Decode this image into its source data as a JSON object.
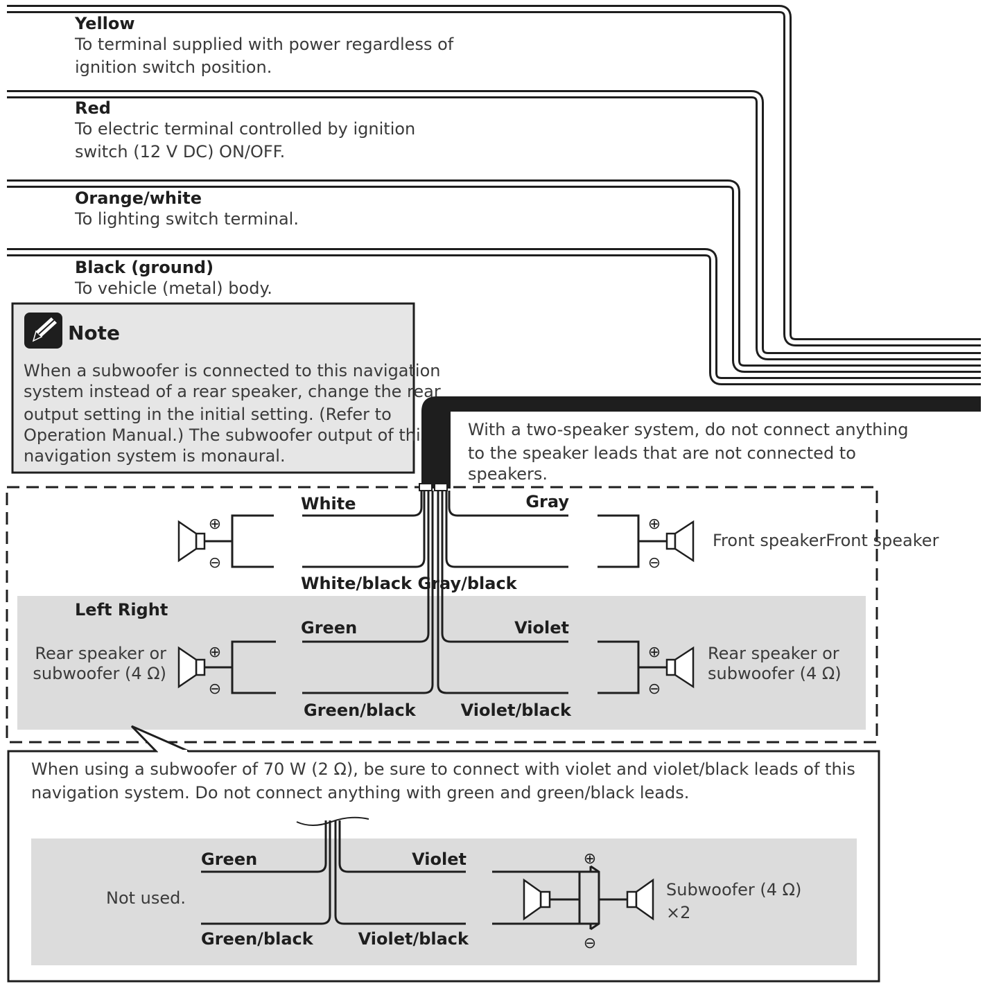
{
  "power_leads": [
    {
      "color_name": "Yellow",
      "line1": "To terminal supplied with power regardless of",
      "line2": "ignition switch position."
    },
    {
      "color_name": "Red",
      "line1": "To electric terminal controlled by ignition",
      "line2": "switch (12 V DC) ON/OFF."
    },
    {
      "color_name": "Orange/white",
      "line1": "To lighting switch terminal.",
      "line2": ""
    },
    {
      "color_name": "Black (ground)",
      "line1": "To vehicle (metal) body.",
      "line2": ""
    }
  ],
  "note": {
    "title": "Note",
    "lines": [
      "When a subwoofer is connected to this navigation",
      "system instead of a rear speaker, change the rear",
      "output setting in the initial setting. (Refer to",
      "Operation Manual.) The subwoofer output of this",
      "navigation system is monaural."
    ]
  },
  "two_speaker_note": {
    "lines": [
      "With a two-speaker system, do not connect anything",
      "to the speaker leads that are not connected to",
      "speakers."
    ]
  },
  "speaker_leads": {
    "white": "White",
    "gray": "Gray",
    "white_black_gray_black": "White/black Gray/black",
    "front_speaker": "Front speakerFront speaker",
    "left_right": "Left Right",
    "green": "Green",
    "violet": "Violet",
    "green_black": "Green/black",
    "violet_black": "Violet/black",
    "rear_left_line1": "Rear speaker or",
    "rear_left_line2": "subwoofer (4 Ω)",
    "rear_right_line1": "Rear speaker or",
    "rear_right_line2": "subwoofer (4 Ω)"
  },
  "subwoofer_callout": {
    "lines": [
      "When using a subwoofer of 70 W (2 Ω), be sure to connect with violet and violet/black leads of this",
      "navigation system. Do not connect anything with green and green/black leads."
    ],
    "green": "Green",
    "violet": "Violet",
    "green_black": "Green/black",
    "violet_black": "Violet/black",
    "not_used": "Not used.",
    "subwoofer_line1": "Subwoofer (4 Ω)",
    "subwoofer_line2": "×2"
  },
  "symbols": {
    "plus": "⊕",
    "minus": "⊖"
  },
  "colors": {
    "wire": "#1e1e1e",
    "panel_gray": "#dcdcdc",
    "note_gray": "#e6e6e6",
    "text": "#3a3a3a"
  }
}
